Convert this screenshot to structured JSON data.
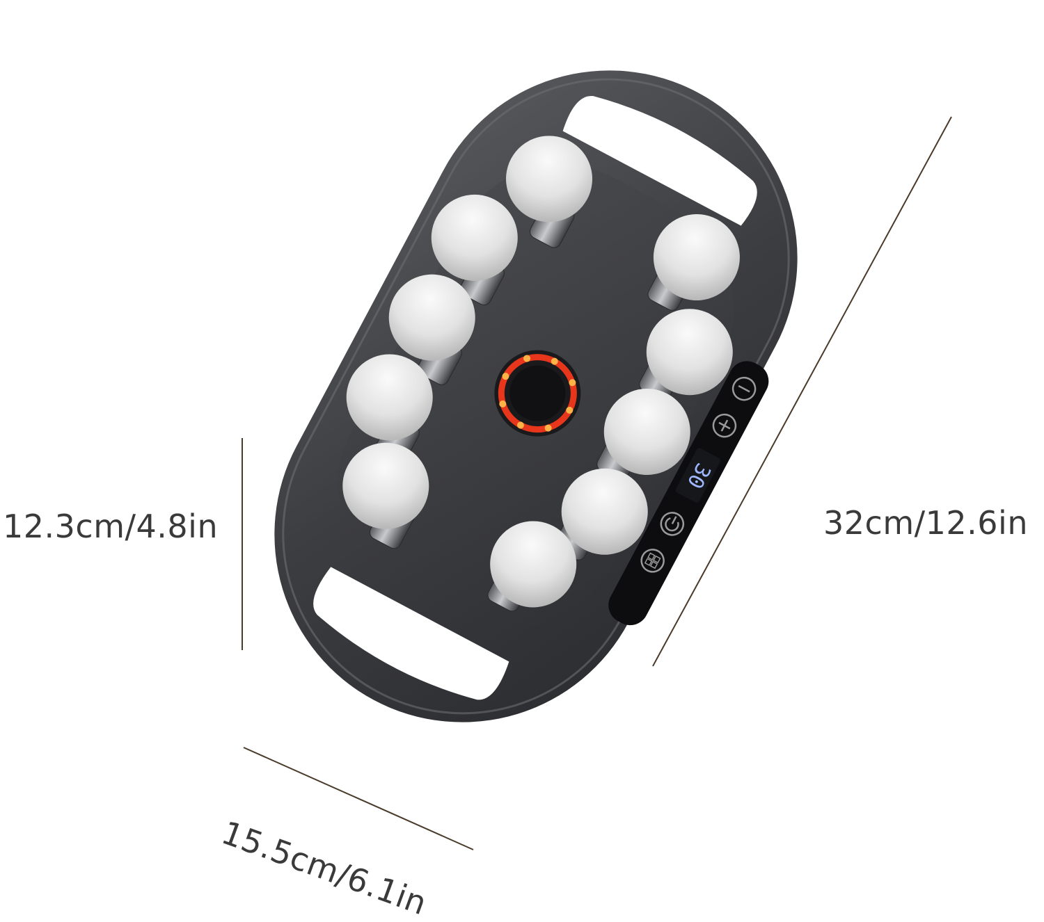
{
  "dimensions": {
    "height": "12.3cm/4.8in",
    "length": "32cm/12.6in",
    "width": "15.5cm/6.1in"
  },
  "device": {
    "timer_display": "30",
    "buttons": [
      "minus-icon",
      "plus-icon",
      "power-icon",
      "mode-icon"
    ],
    "massage_heads": 10
  },
  "colors": {
    "body": "#3c3d41",
    "display": "#0d0d0f",
    "digits": "#9fb8ff",
    "heat_ring": "#e8361c",
    "ball": "#e3e3e3",
    "dimension_line": "#4a3a2a"
  }
}
